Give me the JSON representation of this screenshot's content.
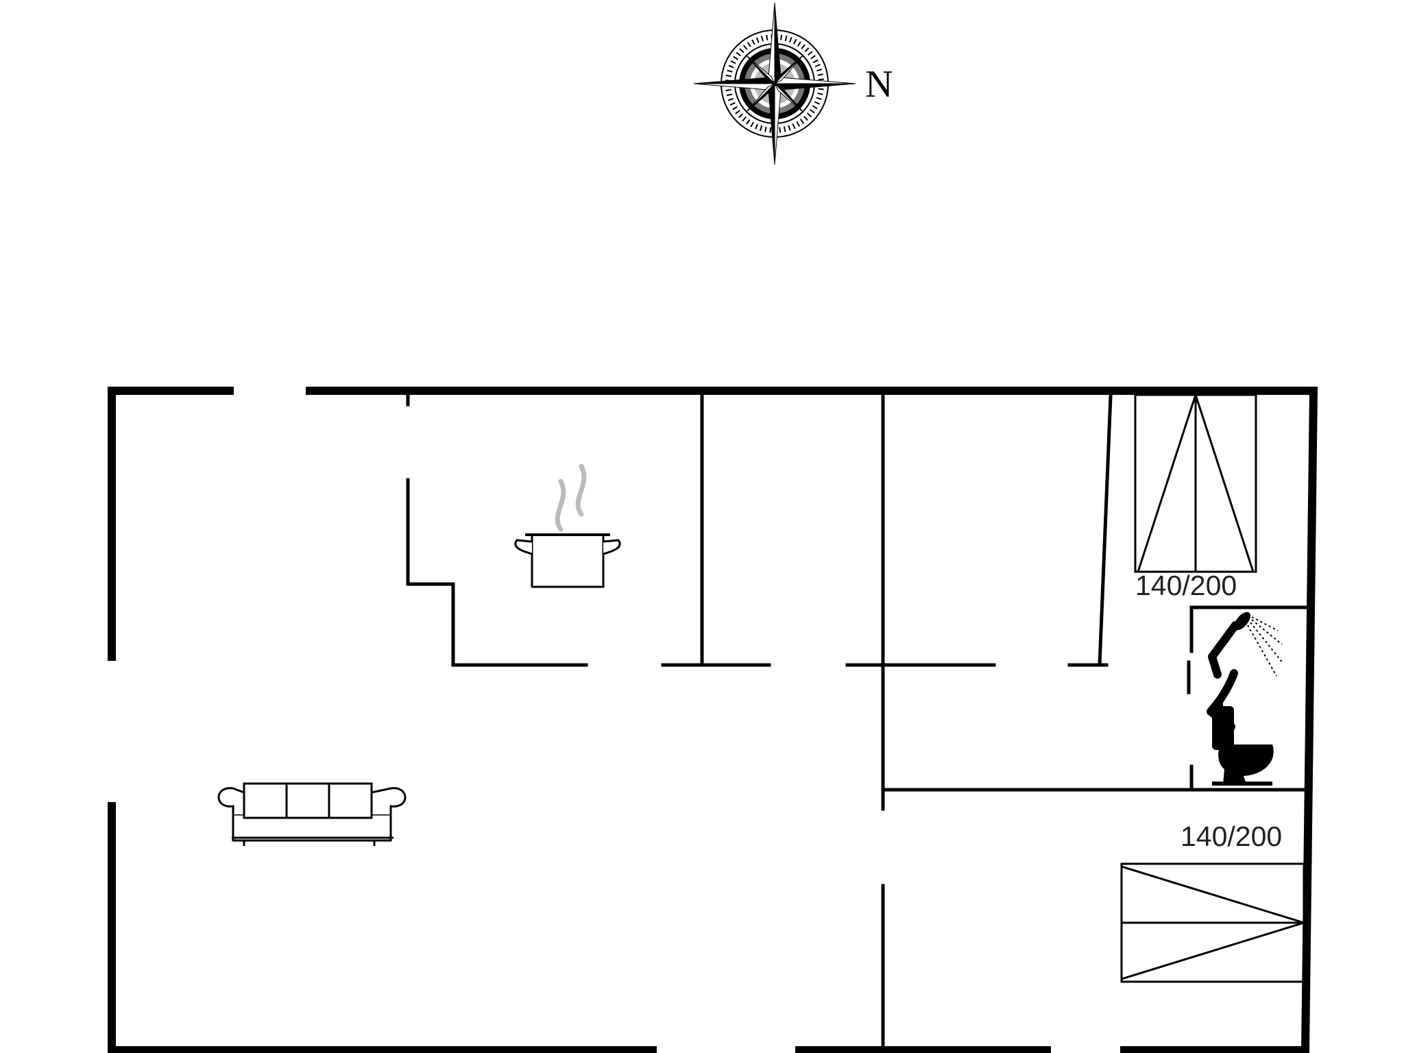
{
  "compass": {
    "north_label": "N",
    "icon": "compass-rose-icon"
  },
  "beds": [
    {
      "size_label": "140/200"
    },
    {
      "size_label": "140/200"
    }
  ],
  "icons": {
    "kitchen": "cooking-pot-icon",
    "living": "sofa-icon",
    "shower": "shower-icon",
    "toilet": "toilet-icon"
  },
  "colors": {
    "line": "#000000",
    "steam": "#bbbbbb",
    "background": "#ffffff"
  }
}
